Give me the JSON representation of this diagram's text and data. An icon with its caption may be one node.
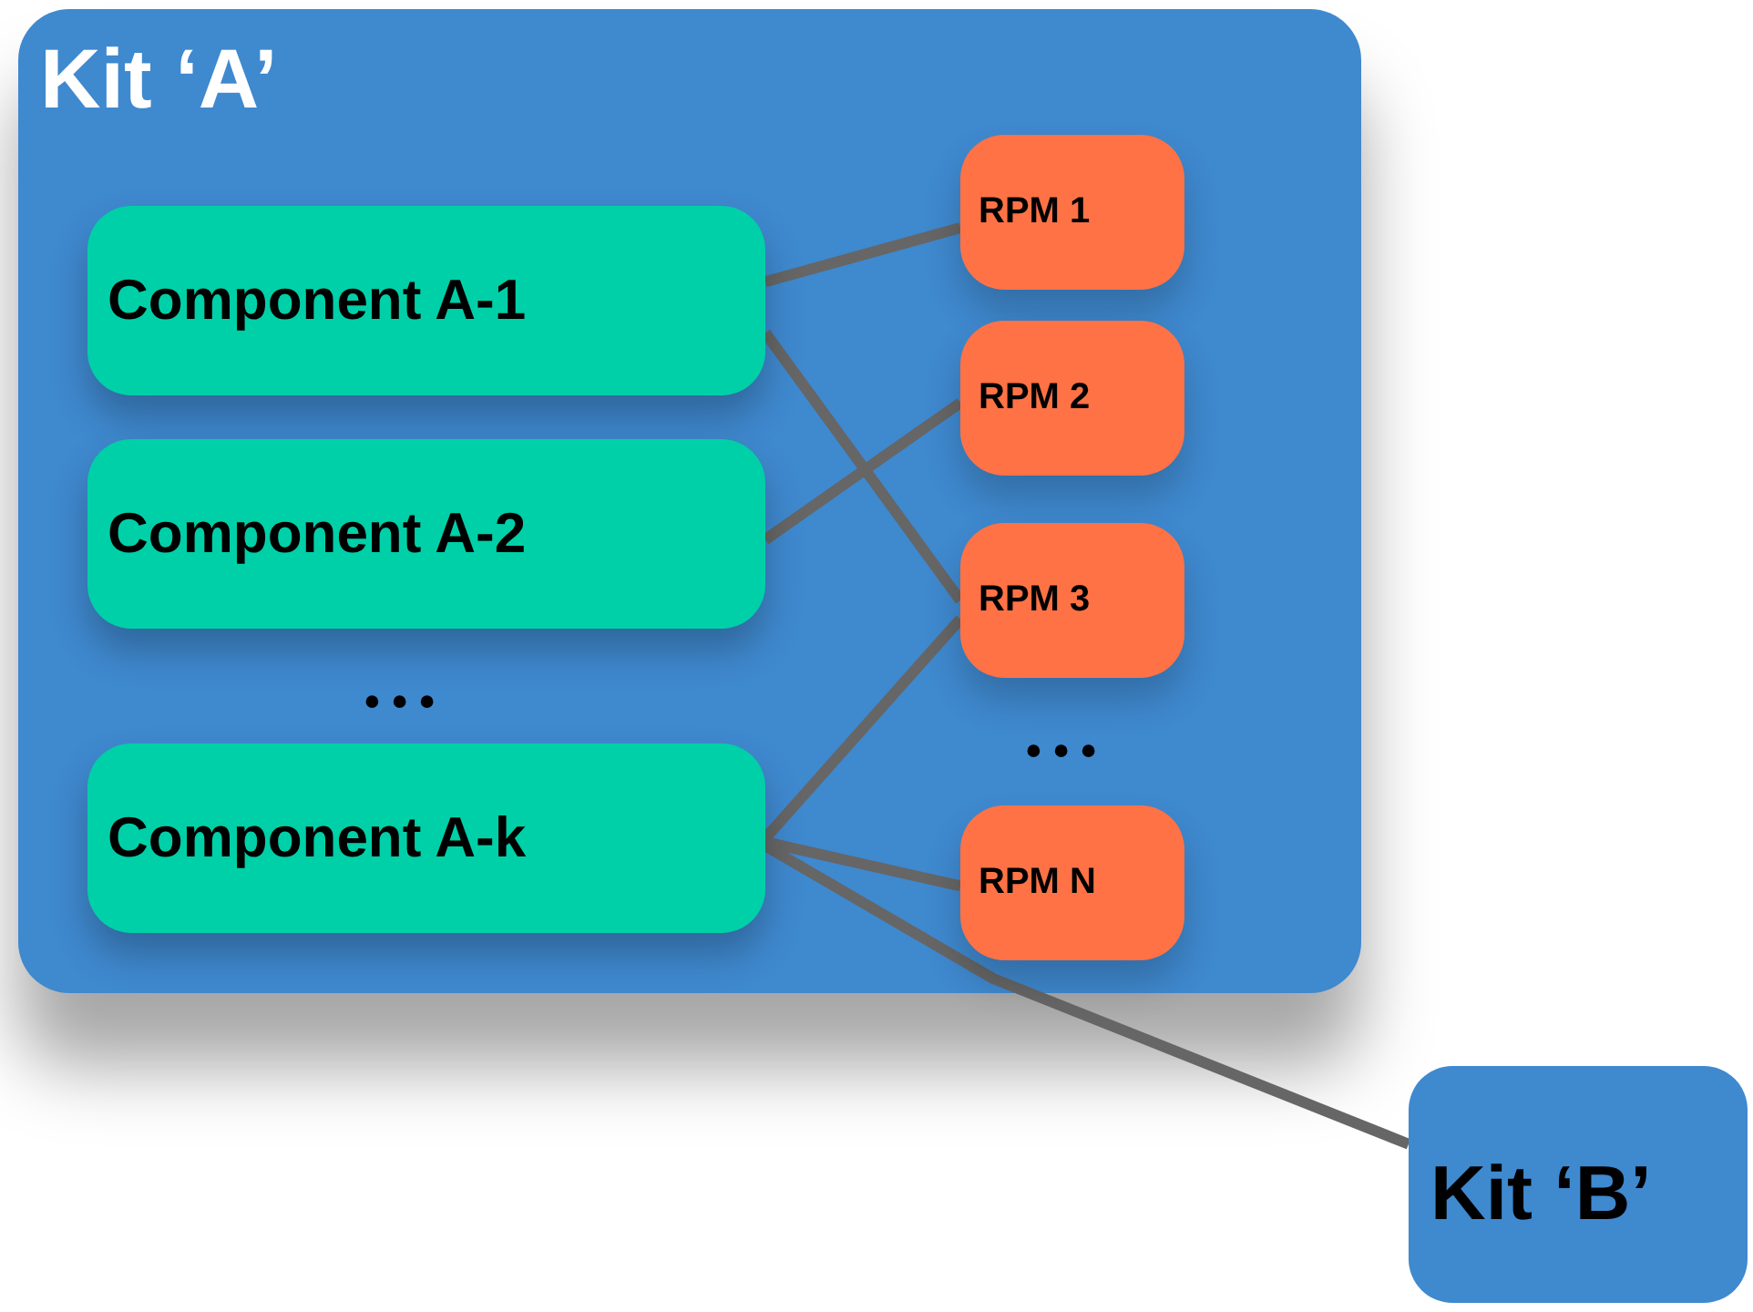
{
  "diagram": {
    "nodes": [
      {
        "text": [
          "Kit ‘A’"
        ]
      },
      {
        "text": [
          "Component A-1"
        ],
        "in": 0
      },
      {
        "text": [
          "Component A-2"
        ],
        "in": 0
      },
      {
        "text": [
          "Component A-k"
        ],
        "in": 0
      },
      {
        "text": [
          "RPM 1"
        ],
        "in": 0
      },
      {
        "text": [
          "RPM 2"
        ],
        "in": 0
      },
      {
        "text": [
          "RPM 3"
        ],
        "in": 0
      },
      {
        "text": [
          "RPM N"
        ],
        "in": 0
      },
      {
        "text": [
          "Kit ‘B’"
        ]
      }
    ],
    "edges": [
      {
        "from": 1,
        "to": 4,
        "arrow": "none"
      },
      {
        "from": 1,
        "to": 6,
        "arrow": "none"
      },
      {
        "from": 2,
        "to": 5,
        "arrow": "none"
      },
      {
        "from": 3,
        "to": 6,
        "arrow": "none"
      },
      {
        "from": 3,
        "to": 7,
        "arrow": "none"
      },
      {
        "from": 3,
        "to": 8,
        "arrow": "none"
      }
    ],
    "labels": [
      "• • •",
      "• • •"
    ]
  }
}
